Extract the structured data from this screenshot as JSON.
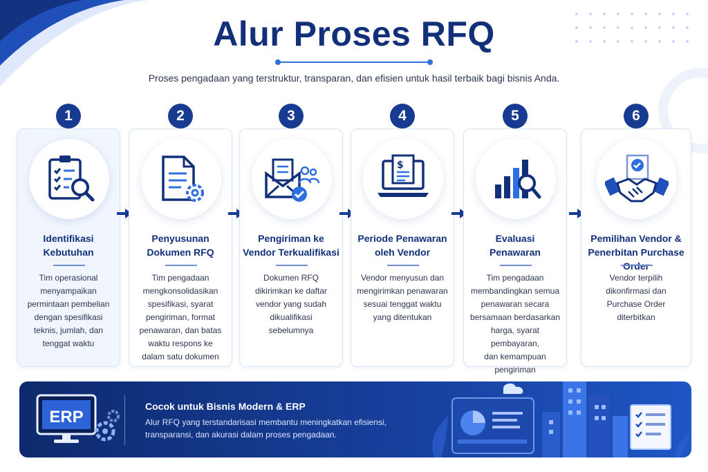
{
  "header": {
    "title": "Alur Proses RFQ",
    "subtitle": "Proses pengadaan yang terstruktur, transparan, dan efisien untuk hasil terbaik bagi bisnis Anda."
  },
  "steps": [
    {
      "number": "1",
      "title_lines": [
        "Identifikasi",
        "Kebutuhan"
      ],
      "desc_lines": [
        "Tim operasional",
        "menyampaikan",
        "permintaan pembelian",
        "dengan spesifikasi",
        "teknis, jumlah, dan",
        "tenggat waktu"
      ],
      "icon": "clipboard-checklist-magnifier-icon"
    },
    {
      "number": "2",
      "title_lines": [
        "Penyusunan",
        "Dokumen RFQ"
      ],
      "desc_lines": [
        "Tim pengadaan",
        "mengkonsolidasikan",
        "spesifikasi, syarat",
        "pengiriman, format",
        "penawaran, dan batas",
        "waktu respons ke",
        "dalam satu dokumen"
      ],
      "icon": "document-gear-icon"
    },
    {
      "number": "3",
      "title_lines": [
        "Pengiriman ke",
        "Vendor Terkualifikasi"
      ],
      "desc_lines": [
        "Dokumen RFQ",
        "dikirimkan ke daftar",
        "vendor yang sudah",
        "dikualifikasi",
        "sebelumnya"
      ],
      "icon": "envelope-users-check-icon"
    },
    {
      "number": "4",
      "title_lines": [
        "Periode Penawaran",
        "oleh Vendor"
      ],
      "desc_lines": [
        "Vendor menyusun dan",
        "mengirimkan penawaran",
        "sesuai tenggat waktu",
        "yang ditentukan"
      ],
      "icon": "laptop-invoice-icon"
    },
    {
      "number": "5",
      "title_lines": [
        "Evaluasi",
        "Penawaran"
      ],
      "desc_lines": [
        "Tim pengadaan",
        "membandingkan semua",
        "penawaran secara",
        "bersamaan berdasarkan",
        "harga, syarat pembayaran,",
        "dan kemampuan",
        "pengiriman"
      ],
      "icon": "bar-chart-magnifier-icon"
    },
    {
      "number": "6",
      "title_lines": [
        "Pemilihan Vendor &",
        "Penerbitan Purchase Order"
      ],
      "desc_lines": [
        "Vendor terpilih",
        "dikonfirmasi dan",
        "Purchase Order",
        "diterbitkan"
      ],
      "icon": "handshake-document-icon"
    }
  ],
  "banner": {
    "erp_label": "ERP",
    "title": "Cocok untuk Bisnis Modern & ERP",
    "desc_lines": [
      "Alur RFQ yang terstandarisasi membantu meningkatkan efisiensi,",
      "transparansi, dan akurasi dalam proses pengadaan."
    ]
  },
  "colors": {
    "primary": "#173b91",
    "title": "#12307a",
    "accent": "#2d6fe0",
    "card_border": "#d7e3f6"
  }
}
